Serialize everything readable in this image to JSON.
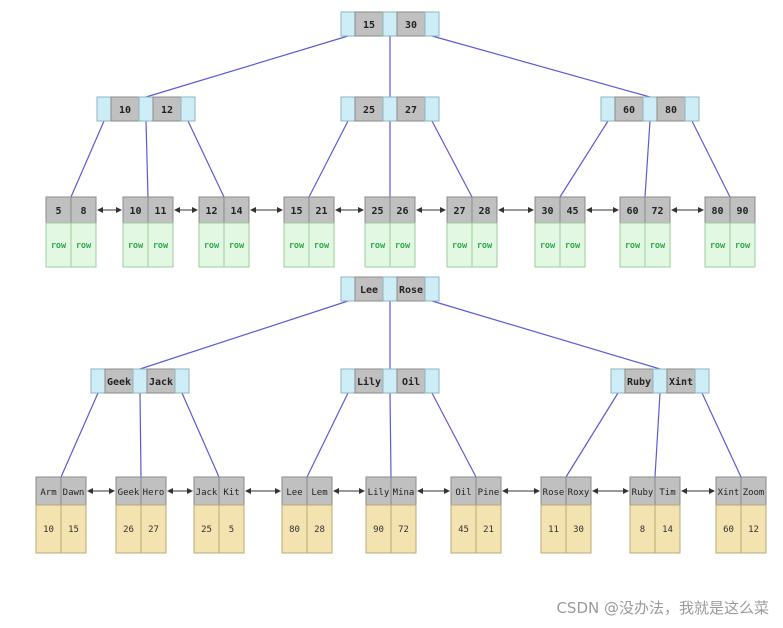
{
  "tree1": {
    "root": [
      "15",
      "30"
    ],
    "internal": [
      [
        "10",
        "12"
      ],
      [
        "25",
        "27"
      ],
      [
        "60",
        "80"
      ]
    ],
    "leaves": [
      {
        "keys": [
          "5",
          "8"
        ],
        "values": [
          "row",
          "row"
        ]
      },
      {
        "keys": [
          "10",
          "11"
        ],
        "values": [
          "row",
          "row"
        ]
      },
      {
        "keys": [
          "12",
          "14"
        ],
        "values": [
          "row",
          "row"
        ]
      },
      {
        "keys": [
          "15",
          "21"
        ],
        "values": [
          "row",
          "row"
        ]
      },
      {
        "keys": [
          "25",
          "26"
        ],
        "values": [
          "row",
          "row"
        ]
      },
      {
        "keys": [
          "27",
          "28"
        ],
        "values": [
          "row",
          "row"
        ]
      },
      {
        "keys": [
          "30",
          "45"
        ],
        "values": [
          "row",
          "row"
        ]
      },
      {
        "keys": [
          "60",
          "72"
        ],
        "values": [
          "row",
          "row"
        ]
      },
      {
        "keys": [
          "80",
          "90"
        ],
        "values": [
          "row",
          "row"
        ]
      }
    ]
  },
  "tree2": {
    "root": [
      "Lee",
      "Rose"
    ],
    "internal": [
      [
        "Geek",
        "Jack"
      ],
      [
        "Lily",
        "Oil"
      ],
      [
        "Ruby",
        "Xint"
      ]
    ],
    "leaves": [
      {
        "keys": [
          "Arm",
          "Dawn"
        ],
        "values": [
          "10",
          "15"
        ]
      },
      {
        "keys": [
          "Geek",
          "Hero"
        ],
        "values": [
          "26",
          "27"
        ]
      },
      {
        "keys": [
          "Jack",
          "Kit"
        ],
        "values": [
          "25",
          "5"
        ]
      },
      {
        "keys": [
          "Lee",
          "Lem"
        ],
        "values": [
          "80",
          "28"
        ]
      },
      {
        "keys": [
          "Lily",
          "Mina"
        ],
        "values": [
          "90",
          "72"
        ]
      },
      {
        "keys": [
          "Oil",
          "Pine"
        ],
        "values": [
          "45",
          "21"
        ]
      },
      {
        "keys": [
          "Rose",
          "Roxy"
        ],
        "values": [
          "11",
          "30"
        ]
      },
      {
        "keys": [
          "Ruby",
          "Tim"
        ],
        "values": [
          "8",
          "14"
        ]
      },
      {
        "keys": [
          "Xint",
          "Zoom"
        ],
        "values": [
          "60",
          "12"
        ]
      }
    ]
  },
  "colors": {
    "pointer_cell": "#cdeef6",
    "key_cell": "#c0c0c0",
    "tree1_leaf_value_cell": "#e2f8e2",
    "tree1_row_text": "#2fa84b",
    "tree2_leaf_value_cell": "#f2e3b0",
    "edge": "#5b5bd6"
  },
  "watermark": "CSDN @没办法，我就是这么菜"
}
